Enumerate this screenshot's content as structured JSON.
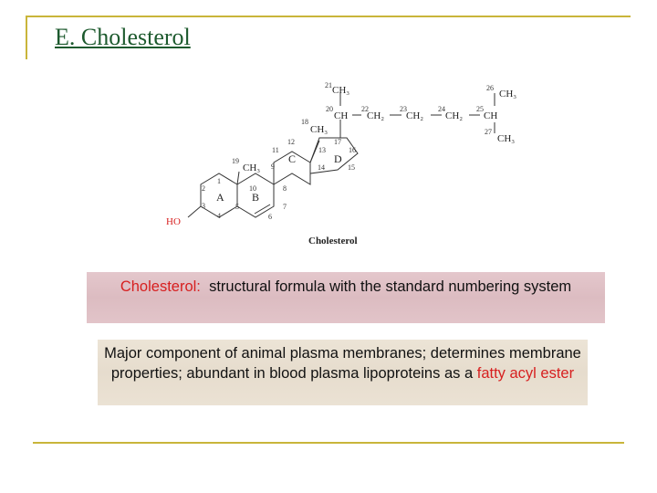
{
  "slide": {
    "title": "E. Cholesterol"
  },
  "figure": {
    "name_label": "Cholesterol",
    "hydroxyl": "HO",
    "ring_letters": [
      "A",
      "B",
      "C",
      "D"
    ],
    "methyl_groups": [
      "CH3",
      "CH3",
      "CH3",
      "CH3",
      "CH3"
    ],
    "side_chain": [
      "CH",
      "CH2",
      "CH2",
      "CH2",
      "CH"
    ],
    "position_numbers": [
      "1",
      "2",
      "3",
      "4",
      "5",
      "6",
      "7",
      "8",
      "9",
      "10",
      "11",
      "12",
      "13",
      "14",
      "15",
      "16",
      "17",
      "18",
      "19",
      "20",
      "21",
      "22",
      "23",
      "24",
      "25",
      "26",
      "27"
    ]
  },
  "caption": {
    "term": "Cholesterol:",
    "text": "structural formula with the standard numbering system"
  },
  "note": {
    "text_before": "Major component of animal plasma membranes; determines membrane properties; abundant in blood plasma lipoproteins as a",
    "highlight": "fatty acyl ester"
  },
  "colors": {
    "title": "#1d5a2e",
    "rules": "#c9b53a",
    "hydroxyl": "#d71f1f",
    "highlight": "#d71f1f",
    "caption_background": "#e0c2c7",
    "note_background": "#e9e0d2"
  }
}
